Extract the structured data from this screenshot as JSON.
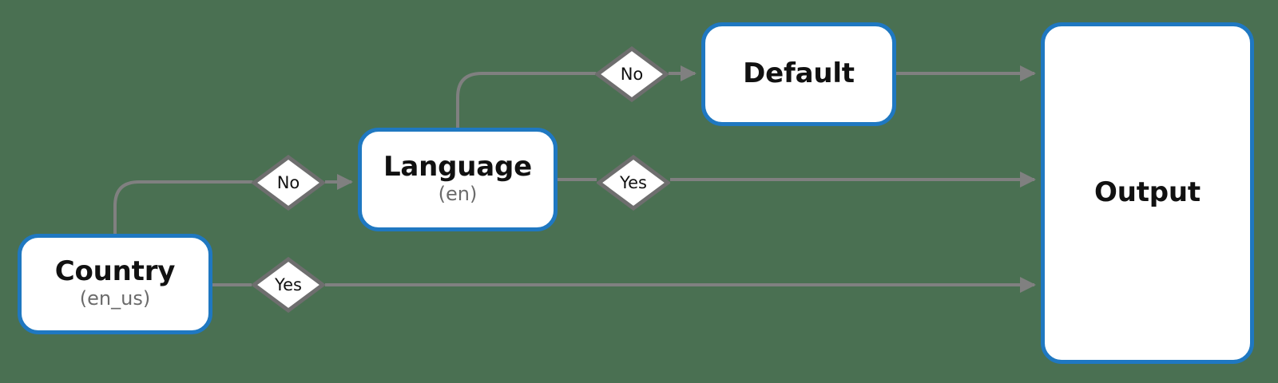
{
  "diagram": {
    "type": "flowchart",
    "orientation": "left-to-right",
    "background_color": "#4a7052",
    "node_border_color": "#1f78c1",
    "node_fill_color": "#ffffff",
    "edge_color": "#808080",
    "decision_border_color": "#6e6e6e",
    "decision_fill_color": "#ffffff",
    "subtitle_color": "#6b6b6b",
    "nodes": [
      {
        "id": "country",
        "title": "Country",
        "subtitle": "(en_us)"
      },
      {
        "id": "language",
        "title": "Language",
        "subtitle": "(en)"
      },
      {
        "id": "default",
        "title": "Default",
        "subtitle": ""
      },
      {
        "id": "output",
        "title": "Output",
        "subtitle": ""
      }
    ],
    "decisions": [
      {
        "id": "country-no",
        "label": "No",
        "from": "country",
        "to": "language"
      },
      {
        "id": "country-yes",
        "label": "Yes",
        "from": "country",
        "to": "output"
      },
      {
        "id": "lang-no",
        "label": "No",
        "from": "language",
        "to": "default"
      },
      {
        "id": "lang-yes",
        "label": "Yes",
        "from": "language",
        "to": "output"
      }
    ],
    "edges": [
      {
        "from": "country",
        "via": "country-no",
        "to": "language"
      },
      {
        "from": "country",
        "via": "country-yes",
        "to": "output"
      },
      {
        "from": "language",
        "via": "lang-no",
        "to": "default"
      },
      {
        "from": "language",
        "via": "lang-yes",
        "to": "output"
      },
      {
        "from": "default",
        "via": "",
        "to": "output"
      }
    ]
  }
}
